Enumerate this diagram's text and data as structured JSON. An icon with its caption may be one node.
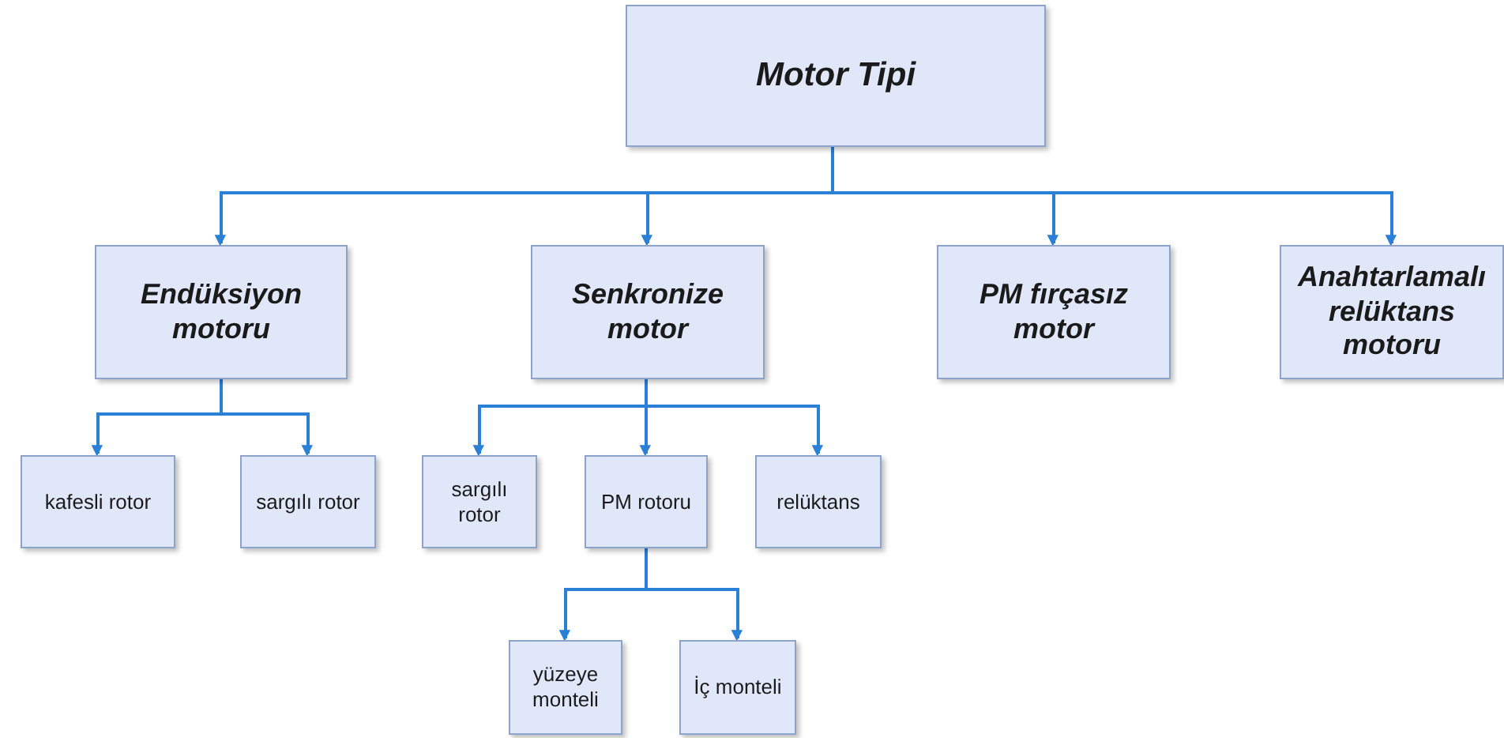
{
  "diagram": {
    "nodes": [
      {
        "text": [
          "Motor Tipi"
        ]
      },
      {
        "text": [
          "Endüksiyon motoru"
        ]
      },
      {
        "text": [
          "Senkronize motor"
        ]
      },
      {
        "text": [
          "PM fırçasız motor"
        ]
      },
      {
        "text": [
          "Anahtarlamalı relüktans motoru"
        ]
      },
      {
        "text": [
          "kafesli rotor"
        ]
      },
      {
        "text": [
          "sargılı rotor"
        ]
      },
      {
        "text": [
          "sargılı rotor"
        ]
      },
      {
        "text": [
          "PM rotoru"
        ]
      },
      {
        "text": [
          "relüktans"
        ]
      },
      {
        "text": [
          "yüzeye monteli"
        ]
      },
      {
        "text": [
          "İç monteli"
        ]
      }
    ],
    "edges": [
      {
        "from": 0,
        "to": 1,
        "arrow": "to"
      },
      {
        "from": 0,
        "to": 2,
        "arrow": "to"
      },
      {
        "from": 0,
        "to": 3,
        "arrow": "to"
      },
      {
        "from": 0,
        "to": 4,
        "arrow": "to"
      },
      {
        "from": 1,
        "to": 5,
        "arrow": "to"
      },
      {
        "from": 1,
        "to": 6,
        "arrow": "to"
      },
      {
        "from": 2,
        "to": 7,
        "arrow": "to"
      },
      {
        "from": 2,
        "to": 8,
        "arrow": "to"
      },
      {
        "from": 2,
        "to": 9,
        "arrow": "to"
      },
      {
        "from": 8,
        "to": 10,
        "arrow": "to"
      },
      {
        "from": 8,
        "to": 11,
        "arrow": "to"
      }
    ]
  }
}
